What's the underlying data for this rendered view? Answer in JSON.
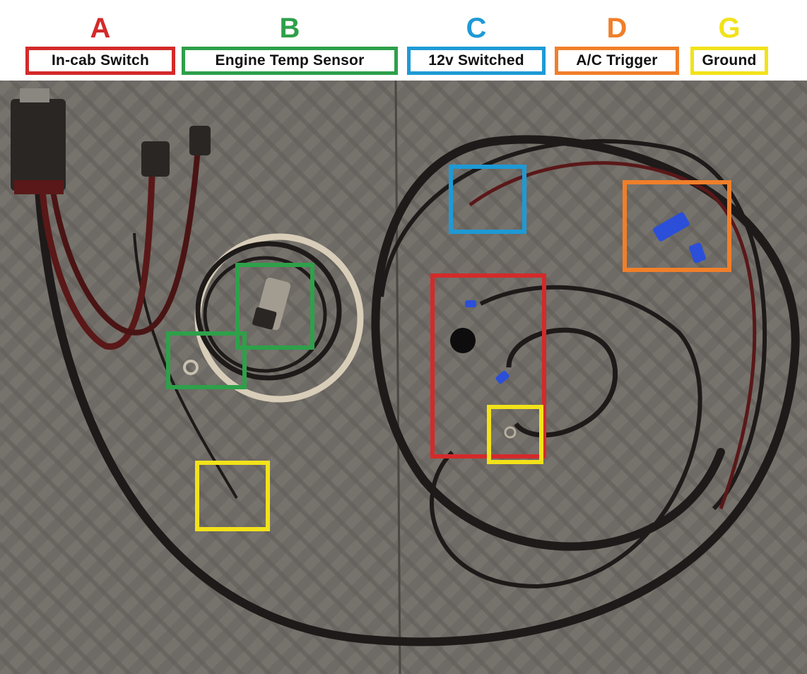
{
  "legend": {
    "items": [
      {
        "letter": "A",
        "label": "In-cab Switch",
        "color": "#d42a2a"
      },
      {
        "letter": "B",
        "label": "Engine Temp Sensor",
        "color": "#2ea04a"
      },
      {
        "letter": "C",
        "label": "12v Switched",
        "color": "#1e9ad6"
      },
      {
        "letter": "D",
        "label": "A/C Trigger",
        "color": "#f07f2a"
      },
      {
        "letter": "G",
        "label": "Ground",
        "color": "#f2e21a"
      }
    ]
  },
  "photo": {
    "background_color": "#6e6a65",
    "wire_color": "#1e1a19",
    "red_wire_color": "#5a1818",
    "braid_color": "#d8cdb8",
    "connector_color": "#2a2624",
    "terminal_color": "#2b4fd8"
  }
}
